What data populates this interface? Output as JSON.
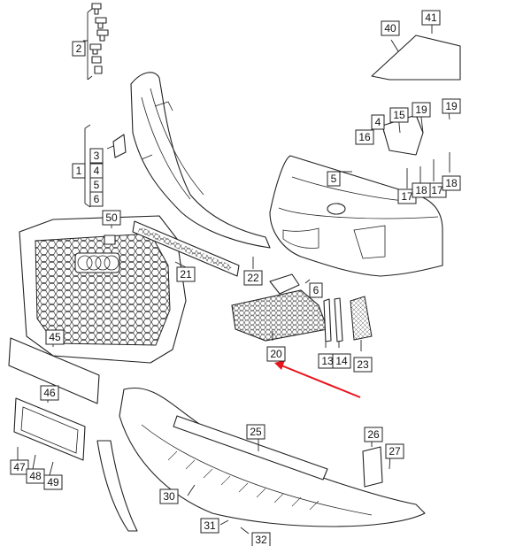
{
  "colors": {
    "callout_highlight": "#e8141c",
    "ink": "#222222",
    "background": "#ffffff"
  },
  "emblem_text": "Audi",
  "callouts": [
    {
      "id": "c1",
      "text": "1"
    },
    {
      "id": "c2",
      "text": "2"
    },
    {
      "id": "c3",
      "text": "3"
    },
    {
      "id": "c4",
      "text": "4"
    },
    {
      "id": "c5",
      "text": "5"
    },
    {
      "id": "c6",
      "text": "6"
    },
    {
      "id": "c4b",
      "text": "4"
    },
    {
      "id": "c5b",
      "text": "5"
    },
    {
      "id": "c6b",
      "text": "6"
    },
    {
      "id": "c13",
      "text": "13"
    },
    {
      "id": "c14",
      "text": "14"
    },
    {
      "id": "c15",
      "text": "15"
    },
    {
      "id": "c16",
      "text": "16"
    },
    {
      "id": "c17a",
      "text": "17"
    },
    {
      "id": "c17b",
      "text": "17"
    },
    {
      "id": "c18a",
      "text": "18"
    },
    {
      "id": "c18b",
      "text": "18"
    },
    {
      "id": "c19a",
      "text": "19"
    },
    {
      "id": "c19b",
      "text": "19"
    },
    {
      "id": "c20",
      "text": "20"
    },
    {
      "id": "c21",
      "text": "21"
    },
    {
      "id": "c22",
      "text": "22"
    },
    {
      "id": "c23",
      "text": "23"
    },
    {
      "id": "c25",
      "text": "25"
    },
    {
      "id": "c26",
      "text": "26"
    },
    {
      "id": "c27",
      "text": "27"
    },
    {
      "id": "c30",
      "text": "30"
    },
    {
      "id": "c31",
      "text": "31"
    },
    {
      "id": "c32",
      "text": "32"
    },
    {
      "id": "c40",
      "text": "40"
    },
    {
      "id": "c41",
      "text": "41"
    },
    {
      "id": "c45",
      "text": "45"
    },
    {
      "id": "c46",
      "text": "46"
    },
    {
      "id": "c47",
      "text": "47"
    },
    {
      "id": "c48",
      "text": "48"
    },
    {
      "id": "c49",
      "text": "49"
    },
    {
      "id": "c50",
      "text": "50"
    }
  ],
  "highlighted_callout": "20"
}
